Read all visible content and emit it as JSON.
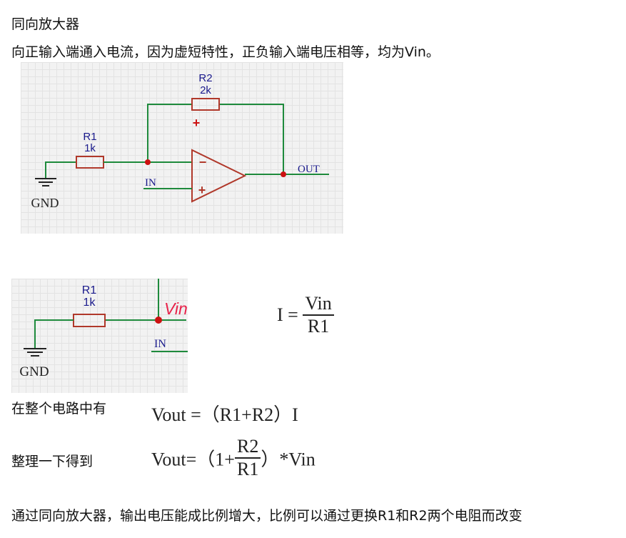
{
  "doc": {
    "title": "同向放大器",
    "intro": "向正输入端通入电流，因为虚短特性，正负输入端电压相等，均为Vin。",
    "schematic1": {
      "r2_name": "R2",
      "r2_value": "2k",
      "r1_name": "R1",
      "r1_value": "1k",
      "plus_mark": "+",
      "minus_sign": "−",
      "plus_sign": "+",
      "in_label": "IN",
      "out_label": "OUT",
      "gnd_label": "GND"
    },
    "schematic2": {
      "r1_name": "R1",
      "r1_value": "1k",
      "vin_note": "Vin",
      "in_label": "IN",
      "gnd_label": "GND"
    },
    "formula_current": {
      "lhs": "I =",
      "numerator": "Vin",
      "denominator": "R1"
    },
    "line_total": {
      "label": "在整个电路中有",
      "formula": "Vout =（R1+R2）I"
    },
    "line_arranged": {
      "label": "整理一下得到",
      "prefix": "Vout=（1+",
      "numerator": "R2",
      "denominator": "R1",
      "suffix": "）*Vin"
    },
    "conclusion": "通过同向放大器，输出电压能成比例增大，比例可以通过更换R1和R2两个电阻而改变"
  }
}
